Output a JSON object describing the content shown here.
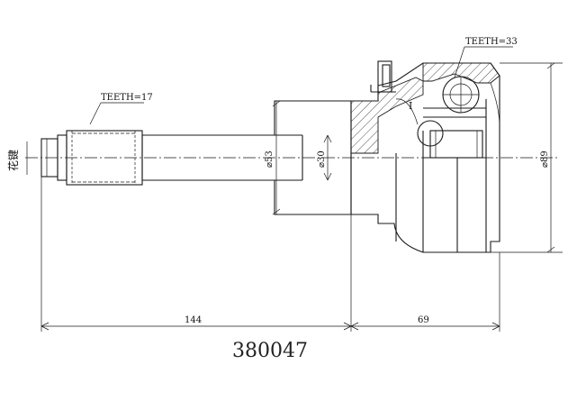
{
  "part_number": "380047",
  "labels": {
    "spline": "花键",
    "teeth_shaft": "TEETH=17",
    "teeth_bell": "TEETH=33",
    "detail": "I"
  },
  "dimensions": {
    "diameter_large": "⌀53",
    "diameter_small": "⌀30",
    "diameter_bell": "⌀89",
    "length_shaft": "144",
    "length_bell": "69"
  }
}
